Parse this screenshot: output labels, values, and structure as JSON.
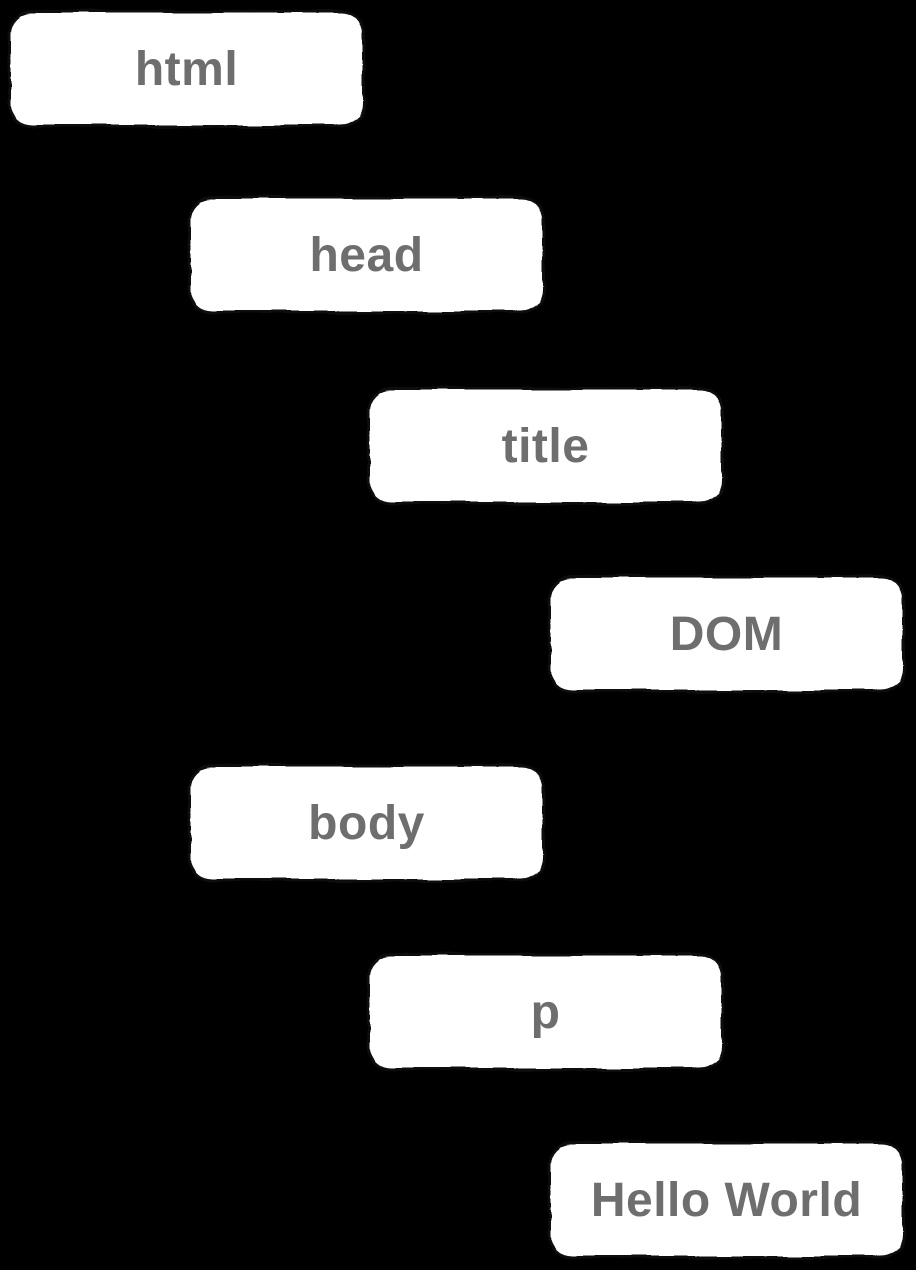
{
  "canvas": {
    "background": "#000000"
  },
  "diagram": {
    "type": "tree",
    "style": "hand-drawn-sketch",
    "colors": {
      "background": "#000000",
      "node_fill": "#ffffff",
      "node_outline": "#0a0a0a",
      "node_text": "#6e6e6e"
    },
    "nodes": [
      {
        "id": "html",
        "label": "html",
        "level": 0,
        "row": 0,
        "parent": null
      },
      {
        "id": "head",
        "label": "head",
        "level": 1,
        "row": 1,
        "parent": "html"
      },
      {
        "id": "title",
        "label": "title",
        "level": 2,
        "row": 2,
        "parent": "head"
      },
      {
        "id": "dom-text",
        "label": "DOM",
        "level": 3,
        "row": 3,
        "parent": "title"
      },
      {
        "id": "body",
        "label": "body",
        "level": 1,
        "row": 4,
        "parent": "html"
      },
      {
        "id": "p",
        "label": "p",
        "level": 2,
        "row": 5,
        "parent": "body"
      },
      {
        "id": "hello-world",
        "label": "Hello World",
        "level": 3,
        "row": 6,
        "parent": "p"
      }
    ]
  }
}
